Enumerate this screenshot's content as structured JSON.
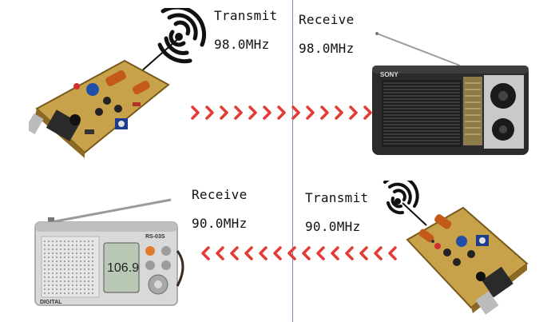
{
  "top": {
    "transmit_label": "Transmit",
    "transmit_freq": "98.0MHz",
    "receive_label": "Receive",
    "receive_freq": "98.0MHz",
    "radio_brand": "SONY"
  },
  "bottom": {
    "receive_label": "Receive",
    "receive_freq": "90.0MHz",
    "transmit_label": "Transmit",
    "transmit_freq": "90.0MHz",
    "radio_model": "RS-03S",
    "radio_display": "106.9",
    "radio_brand_text": "DIGITAL"
  },
  "colors": {
    "arrow": "#e53935",
    "divider": "#7a8fb0",
    "pcb": "#c8a24a",
    "radio_dark": "#2b2b2b"
  },
  "arrows": {
    "top_direction": "right",
    "top_count": 14,
    "bottom_direction": "left",
    "bottom_count": 14
  }
}
